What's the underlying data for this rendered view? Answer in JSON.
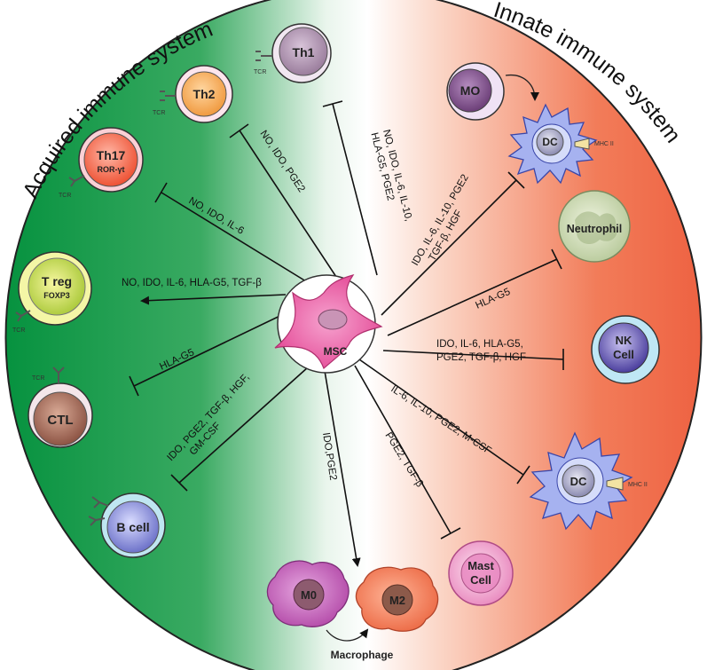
{
  "titles": {
    "acquired": "Acquired immune system",
    "innate": "Innate immune system"
  },
  "center": {
    "label": "MSC"
  },
  "cells": {
    "th1": "Th1",
    "th2": "Th2",
    "th17": "Th17",
    "th17_sub": "ROR-γt",
    "treg": "T reg",
    "treg_sub": "FOXP3",
    "ctl": "CTL",
    "bcell": "B cell",
    "mo": "MO",
    "dc_top": "DC",
    "neutrophil": "Neutrophil",
    "nk_line1": "NK",
    "nk_line2": "Cell",
    "dc_bottom": "DC",
    "mast_line1": "Mast",
    "mast_line2": "Cell",
    "m0": "M0",
    "m2": "M2",
    "macrophage": "Macrophage"
  },
  "small_labels": {
    "tcr": "TCR",
    "mhc": "MHC II"
  },
  "interactions": {
    "th1": [
      "NO, IDO, IL-6, IL-10,",
      "HLA-G5, PGE2"
    ],
    "th2": [
      "NO, IDO, PGE2"
    ],
    "th17": [
      "NO, IDO, IL-6"
    ],
    "treg": [
      "NO, IDO, IL-6, HLA-G5, TGF-β"
    ],
    "ctl": [
      "HLA-G5"
    ],
    "bcell": [
      "IDO, PGE2, TGF-β, HGF,",
      "GM-CSF"
    ],
    "macrophage": [
      "IDO,PGE2"
    ],
    "dc_top": [
      "IDO, IL-6, IL-10, PGE2",
      "TGF-β, HGF"
    ],
    "neutrophil": [
      "HLA-G5"
    ],
    "nk": [
      "IDO, IL-6, HLA-G5,",
      "PGE2, TGF-β, HGF"
    ],
    "dc_bottom": [
      "IL-6, IL-10, PGE2, M-CSF"
    ],
    "mast": [
      "PGE2, TGF-β"
    ]
  },
  "colors": {
    "acquired_green": "#0f9a4a",
    "innate_red": "#ef6a4a",
    "msc_pink": "#e8489a"
  }
}
